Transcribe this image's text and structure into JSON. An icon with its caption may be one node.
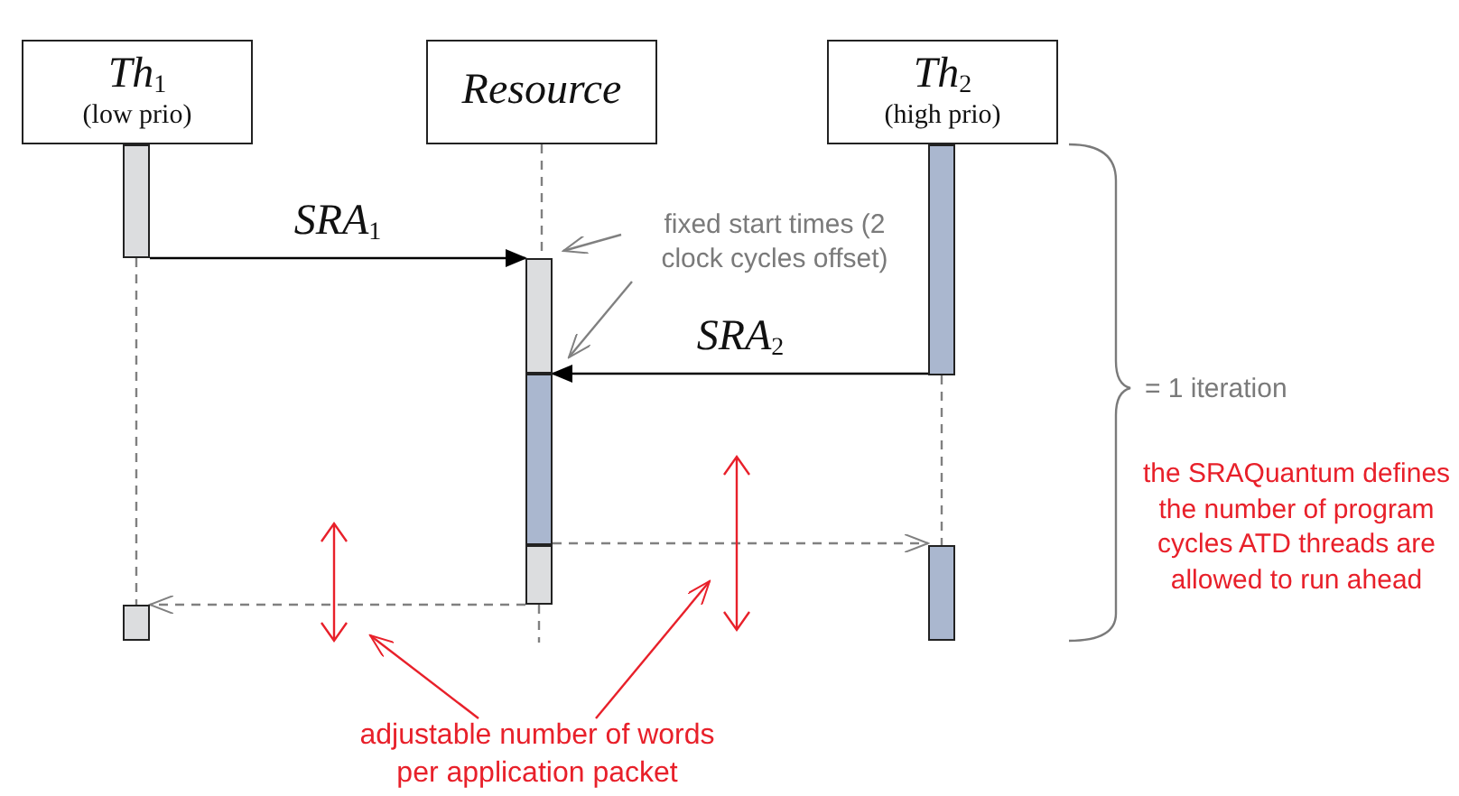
{
  "diagram": {
    "nodes": [
      {
        "text": [
          "Th$_{1}$",
          "(low prio)"
        ]
      },
      {
        "text": [
          "Resource"
        ]
      },
      {
        "text": [
          "Th$_{2}$",
          "(high prio)"
        ]
      },
      {
        "text": [],
        "shape": "bar"
      },
      {
        "text": [],
        "shape": "bar"
      },
      {
        "text": [],
        "shape": "bar"
      },
      {
        "text": [],
        "shape": "bar"
      },
      {
        "text": [],
        "shape": "bar"
      },
      {
        "text": [],
        "shape": "bar"
      },
      {
        "text": [],
        "shape": "bar"
      },
      {
        "text": [
          "fixed start times (2 clock cycles offset)"
        ]
      },
      {
        "text": [
          "adjustable number of words per application packet"
        ]
      }
    ],
    "edges": [
      {
        "from": 3,
        "to": 4,
        "arrow": "to",
        "label": "SRA$_{1}$",
        "color": "#000000"
      },
      {
        "from": 7,
        "to": 5,
        "arrow": "to",
        "label": "SRA$_{2}$",
        "color": "#000000"
      },
      {
        "from": 5,
        "to": 8,
        "arrow": "to",
        "style": "dashed"
      },
      {
        "from": 6,
        "to": 9,
        "arrow": "to",
        "style": "dashed"
      },
      {
        "from": 3,
        "to": 9,
        "arrow": "none",
        "style": "dashed"
      },
      {
        "from": 1,
        "to": 4,
        "arrow": "none",
        "style": "dashed"
      },
      {
        "from": 6,
        "to": null,
        "arrow": "none",
        "style": "dashed"
      },
      {
        "from": 7,
        "to": 8,
        "arrow": "none",
        "style": "dashed"
      },
      {
        "from": 10,
        "to": 4,
        "arrow": "to"
      },
      {
        "from": 10,
        "to": 5,
        "arrow": "to"
      },
      {
        "from": 11,
        "to": null,
        "arrow": "to",
        "color": "#e8202a"
      },
      {
        "from": 11,
        "to": null,
        "arrow": "to",
        "color": "#e8202a"
      }
    ],
    "labels": [
      "= 1 iteration",
      "the SRAQuantum defines the number of program cycles ATD threads are allowed to run ahead"
    ]
  }
}
